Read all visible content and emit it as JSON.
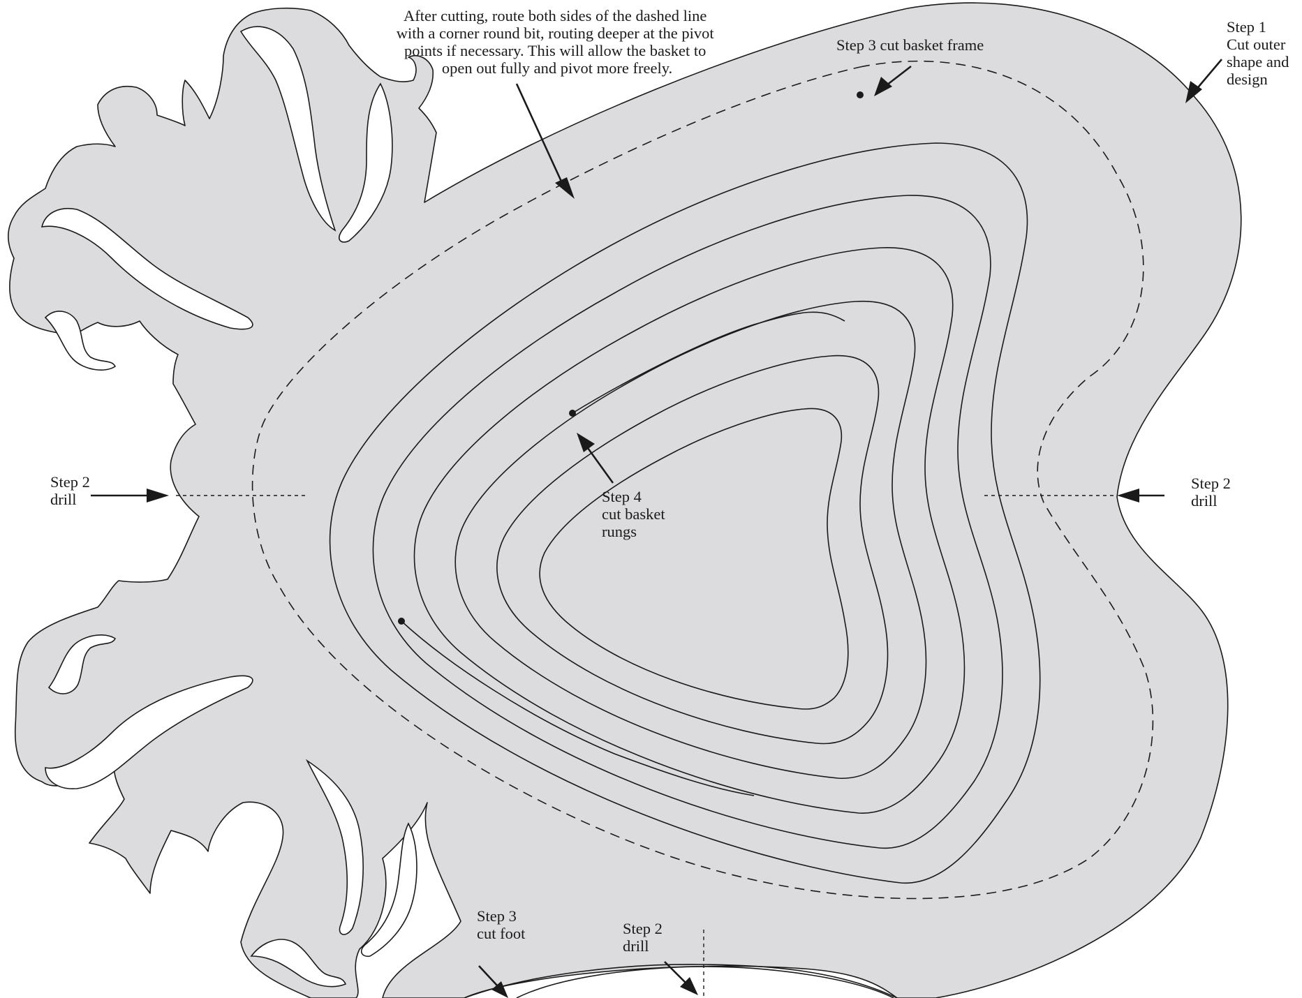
{
  "colors": {
    "piece_fill": "#dcdcde",
    "outline": "#1a1a1a",
    "background": "#ffffff"
  },
  "annotations": {
    "routing_note": [
      "After cutting, route both sides of the dashed line",
      "with a corner round bit, routing deeper at the pivot",
      "points if necessary. This will allow the basket to",
      "open out fully and pivot more freely."
    ],
    "step1": [
      "Step 1",
      "Cut outer",
      "shape and",
      "design"
    ],
    "step3_frame": [
      "Step 3 cut basket frame"
    ],
    "step2_left": [
      "Step 2",
      "drill"
    ],
    "step2_right": [
      "Step 2",
      "drill"
    ],
    "step4": [
      "Step 4",
      "cut basket",
      "rungs"
    ],
    "step3_foot": [
      "Step 3",
      "cut foot"
    ],
    "step2_bottom": [
      "Step 2",
      "drill"
    ]
  }
}
